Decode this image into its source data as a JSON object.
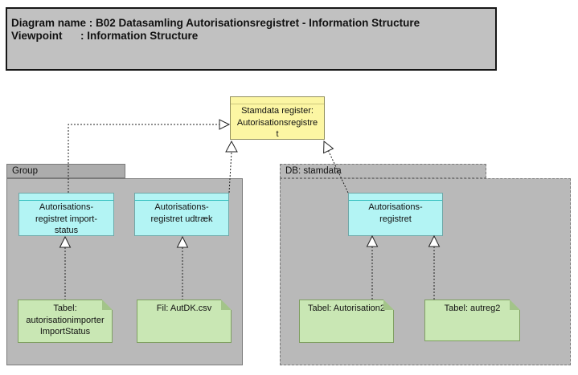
{
  "header": {
    "line1": "Diagram name : B02 Datasamling Autorisationsregistret - Information Structure",
    "line2": "Viewpoint      : Information Structure"
  },
  "groups": {
    "group": {
      "label": "Group"
    },
    "db": {
      "label": "DB: stamdata"
    }
  },
  "nodes": {
    "stamdata_register": {
      "label": "Stamdata register:\nAutorisationsregistre\nt"
    },
    "import_status": {
      "label": "Autorisations-\nregistret import-\nstatus"
    },
    "udtraek": {
      "label": "Autorisations-\nregistret udtræk"
    },
    "autorisationsregistret": {
      "label": "Autorisations-\nregistret"
    }
  },
  "notes": {
    "import_status_table": {
      "label": "Tabel:\nautorisationimporter\nImportStatus"
    },
    "autdk_file": {
      "label": "Fil: AutDK.csv"
    },
    "autorisation2_table": {
      "label": "Tabel: Autorisation2"
    },
    "autreg2_table": {
      "label": "Tabel: autreg2"
    }
  },
  "connections": [
    {
      "from": "import_status",
      "to": "stamdata_register",
      "type": "realization"
    },
    {
      "from": "udtraek",
      "to": "stamdata_register",
      "type": "realization"
    },
    {
      "from": "autorisationsregistret",
      "to": "stamdata_register",
      "type": "realization"
    },
    {
      "from": "import_status_table",
      "to": "import_status",
      "type": "realization"
    },
    {
      "from": "autdk_file",
      "to": "udtraek",
      "type": "realization"
    },
    {
      "from": "autorisation2_table",
      "to": "autorisationsregistret",
      "type": "realization"
    },
    {
      "from": "autreg2_table",
      "to": "autorisationsregistret",
      "type": "realization"
    }
  ],
  "colors": {
    "header_fill": "#c1c1c1",
    "container_fill": "#b9b9b9",
    "container_tab_fill": "#acacac",
    "container_border": "#7a7a7a",
    "business_object_fill": "#b3f4f4",
    "business_object_border": "#6fa8a8",
    "business_object_divider": "#35c0c0",
    "register_fill": "#fcf6a3",
    "register_border": "#93905e",
    "register_divider": "#cdc77c",
    "note_fill": "#c9e7b4",
    "note_border": "#7f9f62",
    "note_fold_fill": "#a3c489",
    "connector_color": "#222222"
  }
}
